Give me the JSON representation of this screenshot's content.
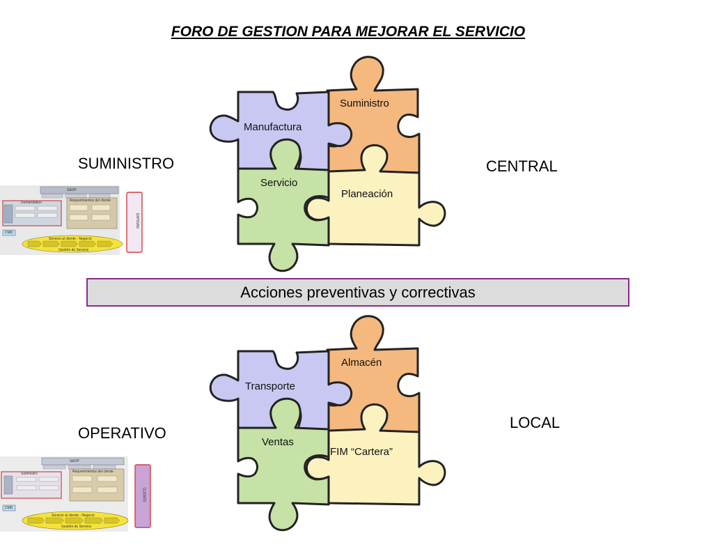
{
  "title": "FORO DE GESTION PARA MEJORAR EL SERVICIO",
  "labels": {
    "suministro": "SUMINISTRO",
    "central": "CENTRAL",
    "operativo": "OPERATIVO",
    "local": "LOCAL"
  },
  "banner": "Acciones preventivas y correctivas",
  "puzzle_top": {
    "top_left": "Manufactura",
    "top_right": "Suministro",
    "bottom_left": "Servicio",
    "bottom_right": "Planeación"
  },
  "puzzle_bottom": {
    "top_left": "Transporte",
    "top_right": "Almacén",
    "bottom_left": "Ventas",
    "bottom_right": "FIM “Cartera”"
  },
  "thumb_top": {
    "header": "S&OP",
    "box1": "Demandation",
    "box2": "Requerimientos del cliente",
    "side": "ENTIDAD",
    "left_tag": "CMD",
    "arrow": "Servicio al cliente - Negocio",
    "footer": "Gestión de Servicio"
  },
  "thumb_bottom": {
    "header": "S&OP",
    "box1": "Suministro",
    "box2": "Requerimientos del cliente",
    "side": "CLIENTE",
    "left_tag": "CMD",
    "arrow": "Servicio al cliente - Negocio",
    "footer": "Gestión de Servicio"
  },
  "colors": {
    "purple_piece": "#c8c8f2",
    "orange_piece": "#f5b87e",
    "green_piece": "#c6e2a6",
    "cream_piece": "#fbf2c0",
    "banner_border": "#8a2a8a",
    "banner_fill": "#dcdcdc"
  }
}
